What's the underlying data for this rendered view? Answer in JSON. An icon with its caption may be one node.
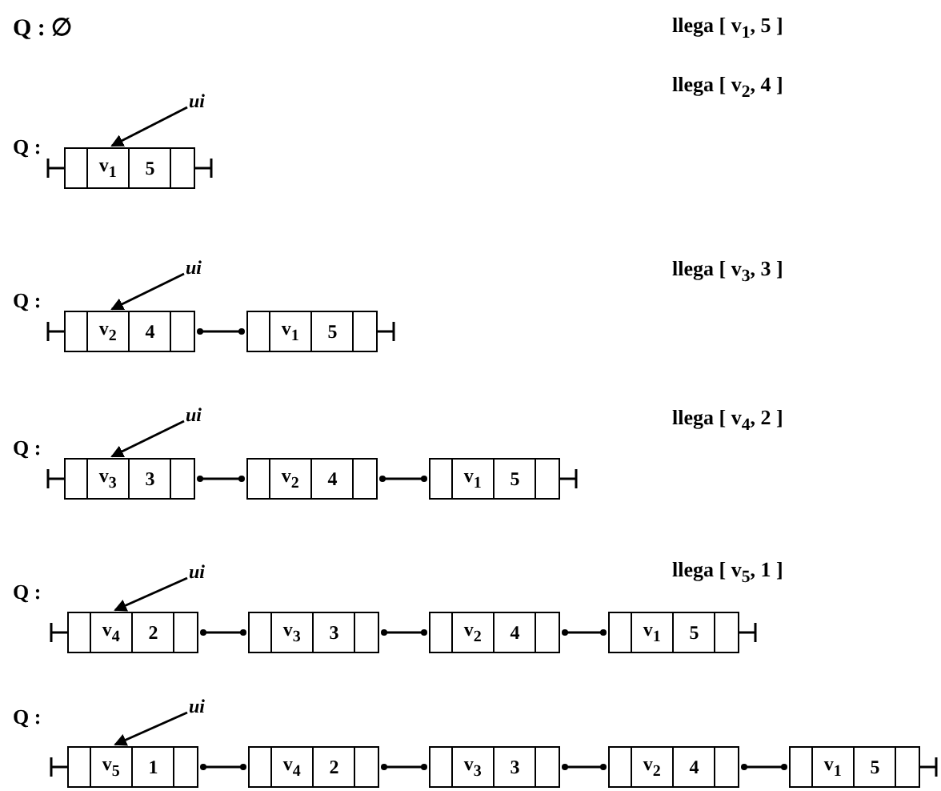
{
  "diagram": {
    "nodes": [
      {
        "text": [
          "ui"
        ]
      },
      {
        "text": [
          "v$_{1}$",
          "5"
        ]
      },
      {
        "text": [
          "ui"
        ]
      },
      {
        "text": [
          "v$_{2}$",
          "4"
        ]
      },
      {
        "text": [
          "v$_{1}$",
          "5"
        ]
      },
      {
        "text": [
          "ui"
        ]
      },
      {
        "text": [
          "v$_{3}$",
          "3"
        ]
      },
      {
        "text": [
          "v$_{2}$",
          "4"
        ]
      },
      {
        "text": [
          "v$_{1}$",
          "5"
        ]
      },
      {
        "text": [
          "ui"
        ]
      },
      {
        "text": [
          "v$_{4}$",
          "2"
        ]
      },
      {
        "text": [
          "v$_{3}$",
          "3"
        ]
      },
      {
        "text": [
          "v$_{2}$",
          "4"
        ]
      },
      {
        "text": [
          "v$_{1}$",
          "5"
        ]
      },
      {
        "text": [
          "ui"
        ]
      },
      {
        "text": [
          "v$_{5}$",
          "1"
        ]
      },
      {
        "text": [
          "v$_{4}$",
          "2"
        ]
      },
      {
        "text": [
          "v$_{3}$",
          "3"
        ]
      },
      {
        "text": [
          "v$_{2}$",
          "4"
        ]
      },
      {
        "text": [
          "v$_{1}$",
          "5"
        ]
      }
    ],
    "edges": [
      {
        "from": 0,
        "to": 1,
        "arrow": "to"
      },
      {
        "from": 2,
        "to": 3,
        "arrow": "to"
      },
      {
        "from": 3,
        "to": 4,
        "arrow": "other"
      },
      {
        "from": 5,
        "to": 6,
        "arrow": "to"
      },
      {
        "from": 6,
        "to": 7,
        "arrow": "other"
      },
      {
        "from": 7,
        "to": 8,
        "arrow": "other"
      },
      {
        "from": 9,
        "to": 10,
        "arrow": "to"
      },
      {
        "from": 10,
        "to": 11,
        "arrow": "other"
      },
      {
        "from": 11,
        "to": 12,
        "arrow": "other"
      },
      {
        "from": 12,
        "to": 13,
        "arrow": "other"
      },
      {
        "from": 14,
        "to": 15,
        "arrow": "to"
      },
      {
        "from": 15,
        "to": 16,
        "arrow": "other"
      },
      {
        "from": 16,
        "to": 17,
        "arrow": "other"
      },
      {
        "from": 17,
        "to": 18,
        "arrow": "other"
      },
      {
        "from": 18,
        "to": 19,
        "arrow": "other"
      }
    ],
    "labels": [
      "Q : ∅",
      "llega [ v$_{1}$, 5 ]",
      "Q :",
      "llega [ v$_{2}$, 4 ]",
      "Q :",
      "llega [ v$_{3}$, 3 ]",
      "Q :",
      "llega [ v$_{4}$, 2 ]",
      "Q :",
      "llega [ v$_{5}$, 1 ]",
      "Q :"
    ]
  }
}
